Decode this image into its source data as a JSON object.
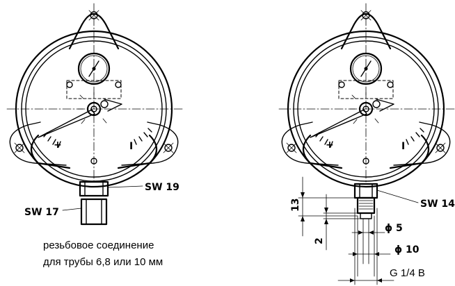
{
  "left_view": {
    "sw_upper": "SW 19",
    "sw_lower": "SW 17",
    "note_line1": "резьбовое соединение",
    "note_line2": "для трубы 6,8 или 10 мм"
  },
  "right_view": {
    "sw_label": "SW 14",
    "dim_13": "13",
    "dim_2": "2",
    "dim_d5": "ϕ 5",
    "dim_d10": "ϕ 10",
    "thread": "G 1/4 B"
  },
  "dial": {
    "scale_min": "+",
    "scale_max": "I"
  }
}
